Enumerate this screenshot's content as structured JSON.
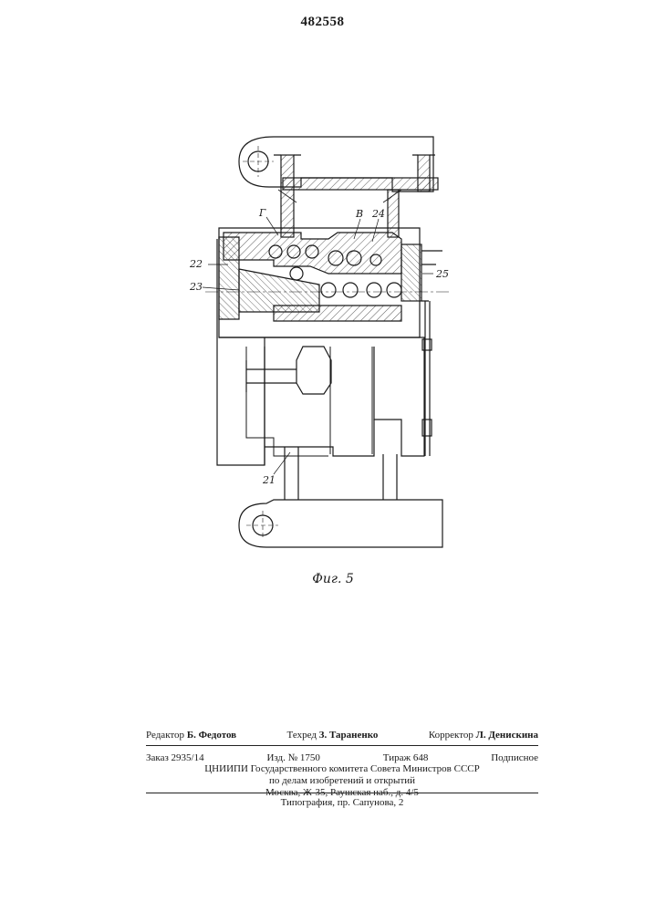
{
  "patent_number": "482558",
  "figure": {
    "caption": "Фиг. 5",
    "callouts": [
      "Г",
      "В",
      "24",
      "22",
      "23",
      "25",
      "21"
    ]
  },
  "imprint": {
    "editor_label": "Редактор",
    "editor_name": "Б. Федотов",
    "techred_label": "Техред",
    "techred_name": "З. Тараненко",
    "corrector_label": "Корректор",
    "corrector_name": "Л. Денискина",
    "order": "Заказ 2935/14",
    "edition": "Изд. № 1750",
    "print_run": "Тираж 648",
    "subscription": "Подписное",
    "org_line1": "ЦНИИПИ Государственного комитета Совета Министров СССР",
    "org_line2": "по делам изобретений и открытий",
    "org_line3": "Москва, Ж-35, Раушская наб., д. 4/5",
    "printing_house": "Типография, пр. Сапунова, 2"
  }
}
